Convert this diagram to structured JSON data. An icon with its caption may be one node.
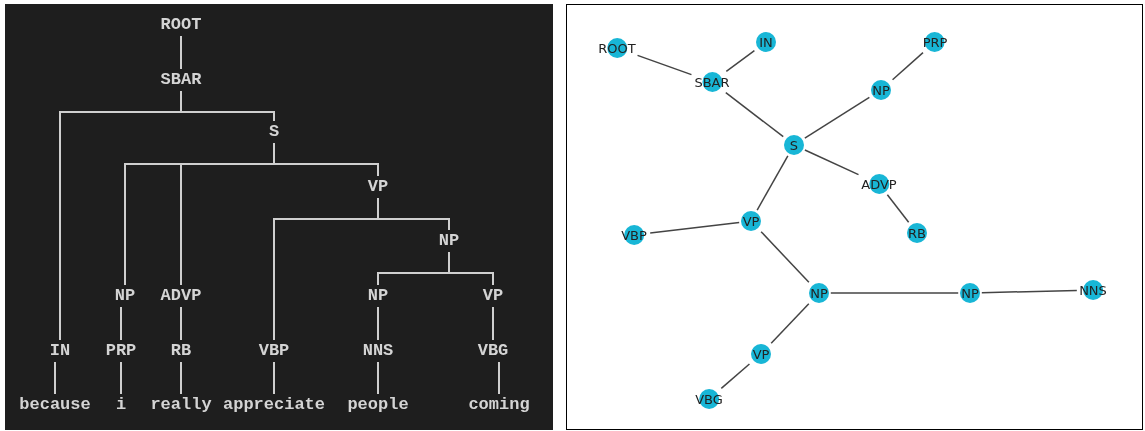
{
  "diagram": {
    "nodes": [
      {
        "text": [
          "ROOT"
        ]
      },
      {
        "text": [
          "SBAR"
        ]
      },
      {
        "text": [
          "S"
        ]
      },
      {
        "text": [
          "VP"
        ]
      },
      {
        "text": [
          "NP"
        ]
      },
      {
        "text": [
          "NP"
        ]
      },
      {
        "text": [
          "ADVP"
        ]
      },
      {
        "text": [
          "NP"
        ]
      },
      {
        "text": [
          "VP"
        ]
      },
      {
        "text": [
          "IN"
        ]
      },
      {
        "text": [
          "PRP"
        ]
      },
      {
        "text": [
          "RB"
        ]
      },
      {
        "text": [
          "VBP"
        ]
      },
      {
        "text": [
          "NNS"
        ]
      },
      {
        "text": [
          "VBG"
        ]
      },
      {
        "text": [
          "because"
        ]
      },
      {
        "text": [
          "i"
        ]
      },
      {
        "text": [
          "really"
        ]
      },
      {
        "text": [
          "appreciate"
        ]
      },
      {
        "text": [
          "people"
        ]
      },
      {
        "text": [
          "coming"
        ]
      },
      {
        "text": [
          "ROOT"
        ]
      },
      {
        "text": [
          "IN"
        ]
      },
      {
        "text": [
          "PRP"
        ]
      },
      {
        "text": [
          "SBAR"
        ]
      },
      {
        "text": [
          "NP"
        ]
      },
      {
        "text": [
          "S"
        ]
      },
      {
        "text": [
          "ADVP"
        ]
      },
      {
        "text": [
          "VP"
        ]
      },
      {
        "text": [
          "RB"
        ]
      },
      {
        "text": [
          "VBP"
        ]
      },
      {
        "text": [
          "NP"
        ]
      },
      {
        "text": [
          "NP"
        ]
      },
      {
        "text": [
          "NNS"
        ]
      },
      {
        "text": [
          "VP"
        ]
      },
      {
        "text": [
          "VBG"
        ]
      }
    ],
    "edges": [
      {
        "from": 0,
        "to": 1,
        "arrow": "none"
      },
      {
        "from": 1,
        "to": 9,
        "arrow": "none"
      },
      {
        "from": 1,
        "to": 2,
        "arrow": "none"
      },
      {
        "from": 2,
        "to": 5,
        "arrow": "none"
      },
      {
        "from": 2,
        "to": 6,
        "arrow": "none"
      },
      {
        "from": 2,
        "to": 3,
        "arrow": "none"
      },
      {
        "from": 3,
        "to": 12,
        "arrow": "none"
      },
      {
        "from": 3,
        "to": 4,
        "arrow": "none"
      },
      {
        "from": 4,
        "to": 7,
        "arrow": "none"
      },
      {
        "from": 4,
        "to": 8,
        "arrow": "none"
      },
      {
        "from": 5,
        "to": 10,
        "arrow": "none"
      },
      {
        "from": 6,
        "to": 11,
        "arrow": "none"
      },
      {
        "from": 7,
        "to": 13,
        "arrow": "none"
      },
      {
        "from": 8,
        "to": 14,
        "arrow": "none"
      },
      {
        "from": 9,
        "to": 15,
        "arrow": "none"
      },
      {
        "from": 10,
        "to": 16,
        "arrow": "none"
      },
      {
        "from": 11,
        "to": 17,
        "arrow": "none"
      },
      {
        "from": 12,
        "to": 18,
        "arrow": "none"
      },
      {
        "from": 13,
        "to": 19,
        "arrow": "none"
      },
      {
        "from": 14,
        "to": 20,
        "arrow": "none"
      },
      {
        "from": 21,
        "to": 24,
        "arrow": "none",
        "color": "#444444"
      },
      {
        "from": 24,
        "to": 22,
        "arrow": "none",
        "color": "#444444"
      },
      {
        "from": 24,
        "to": 26,
        "arrow": "none",
        "color": "#444444"
      },
      {
        "from": 26,
        "to": 25,
        "arrow": "none",
        "color": "#444444"
      },
      {
        "from": 25,
        "to": 23,
        "arrow": "none",
        "color": "#444444"
      },
      {
        "from": 26,
        "to": 27,
        "arrow": "none",
        "color": "#444444"
      },
      {
        "from": 27,
        "to": 29,
        "arrow": "none",
        "color": "#444444"
      },
      {
        "from": 26,
        "to": 28,
        "arrow": "none",
        "color": "#444444"
      },
      {
        "from": 28,
        "to": 30,
        "arrow": "none",
        "color": "#444444"
      },
      {
        "from": 28,
        "to": 31,
        "arrow": "none",
        "color": "#444444"
      },
      {
        "from": 31,
        "to": 32,
        "arrow": "none",
        "color": "#444444"
      },
      {
        "from": 32,
        "to": 33,
        "arrow": "none",
        "color": "#444444"
      },
      {
        "from": 31,
        "to": 34,
        "arrow": "none",
        "color": "#444444"
      },
      {
        "from": 34,
        "to": 35,
        "arrow": "none",
        "color": "#444444"
      }
    ]
  }
}
